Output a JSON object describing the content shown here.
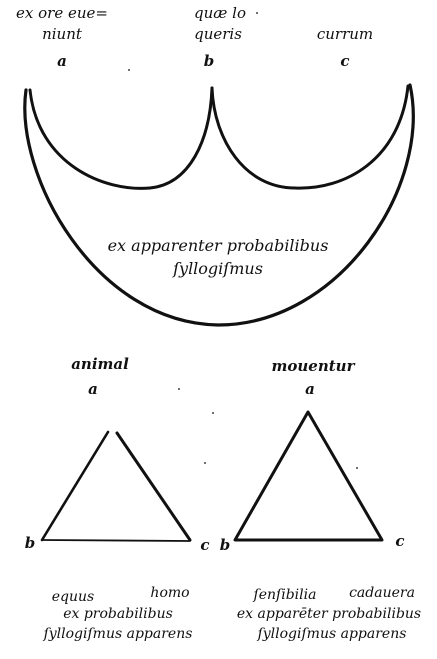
{
  "top_figure": {
    "labels": {
      "left": [
        "ex ore eue=",
        "niunt"
      ],
      "middle": [
        "quæ lo",
        "queris"
      ],
      "right": [
        "currum"
      ]
    },
    "points": [
      "a",
      "b",
      "c"
    ],
    "caption": [
      "ex apparenter probabilibus",
      "ſyllogiſmus"
    ]
  },
  "left_triangle": {
    "top_label": "animal",
    "apex": "a",
    "left_vertex": "b",
    "right_vertex": "c",
    "caption": {
      "row1": [
        "equus",
        "homo"
      ],
      "row2": "ex probabilibus",
      "row3": "ſyllogiſmus apparens"
    }
  },
  "right_triangle": {
    "top_label": "mouentur",
    "apex": "a",
    "left_vertex": "b",
    "right_vertex": "c",
    "caption": {
      "row1": [
        "ſenſibilia",
        "cadauera"
      ],
      "row2": "ex apparēter probabilibus",
      "row3": "ſyllogiſmus apparens"
    }
  },
  "colors": {
    "ink": "#111111",
    "paper": "#ffffff"
  }
}
